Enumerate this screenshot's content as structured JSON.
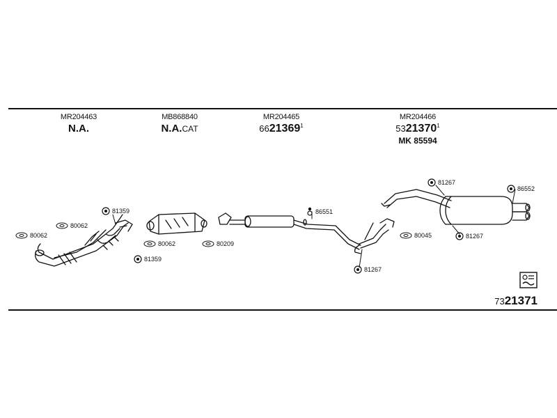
{
  "columns": [
    {
      "ref": "MR204463",
      "main": "N.A.",
      "main_suffix": "",
      "pre": "",
      "num": "",
      "sub": ""
    },
    {
      "ref": "MB868840",
      "main": "N.A.",
      "main_suffix": "CAT",
      "pre": "",
      "num": "",
      "sub": ""
    },
    {
      "ref": "MR204465",
      "main": "",
      "main_suffix": "",
      "pre": "66",
      "num": "21369",
      "sub": ""
    },
    {
      "ref": "MR204466",
      "main": "",
      "main_suffix": "",
      "pre": "53",
      "num": "21370",
      "sub": "MK  85594"
    }
  ],
  "superscripts": {
    "c2": "1",
    "c3": "1"
  },
  "callouts": {
    "c80062a": "80062",
    "c80062b": "80062",
    "c81359a": "81359",
    "c81359b": "81359",
    "c80062c": "80062",
    "c80209": "80209",
    "c86551": "86551",
    "c81267a": "81267",
    "c81267b": "81267",
    "c81267c": "81267",
    "c80045": "80045",
    "c86552": "86552"
  },
  "diagram_code": {
    "prefix": "73",
    "number": "21371"
  },
  "colors": {
    "line": "#111111",
    "background": "#ffffff"
  }
}
